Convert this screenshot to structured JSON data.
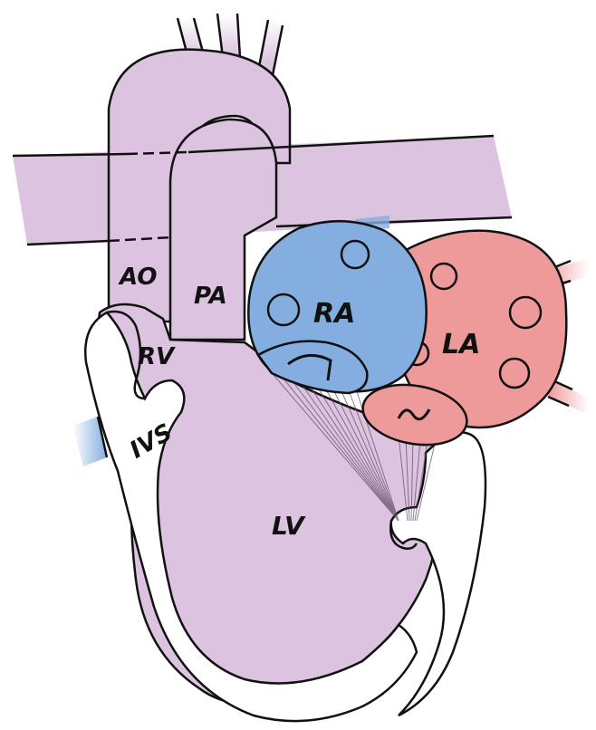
{
  "colors": {
    "ventricle_fill": "#dcc3df",
    "right_atrium_fill": "#84aee0",
    "left_atrium_fill": "#ee9a9b",
    "outline": "#111111",
    "chordae": "#5f4a66",
    "background": "#ffffff"
  },
  "labels": {
    "ao": "AO",
    "pa": "PA",
    "ra": "RA",
    "la": "LA",
    "rv": "RV",
    "ivs": "IVS",
    "lv": "LV"
  },
  "icons": [
    "mitral-valve-tilde-icon",
    "tricuspid-valve-leaflet-icon"
  ]
}
